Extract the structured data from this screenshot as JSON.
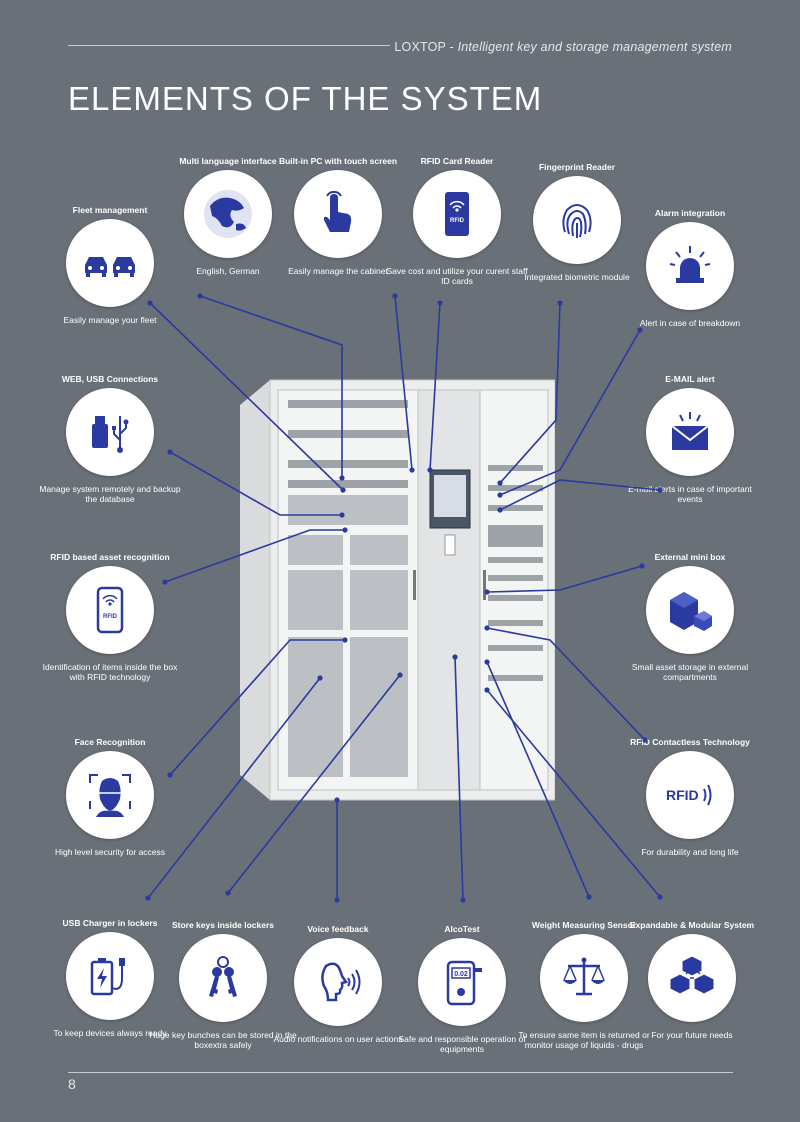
{
  "header": {
    "brand": "LOXTOP",
    "tagline": "Intelligent key and storage management system",
    "title": "ELEMENTS OF THE SYSTEM"
  },
  "page_number": "8",
  "colors": {
    "background": "#6a7078",
    "accent": "#2a3aa0",
    "circle": "#ffffff"
  },
  "features": [
    {
      "key": "fleet",
      "title": "Fleet management",
      "desc": "Easily manage your fleet",
      "icon": "car-icon"
    },
    {
      "key": "multilang",
      "title": "Multi language interface",
      "desc": "English, German",
      "icon": "globe-icon"
    },
    {
      "key": "pc",
      "title": "Built-in PC with touch screen",
      "desc": "Easily manage the cabinet",
      "icon": "touch-hand-icon"
    },
    {
      "key": "rfidcard",
      "title": "RFID Card Reader",
      "desc": "Save cost and utilize your curent staff ID cards",
      "icon": "rfid-card-icon"
    },
    {
      "key": "fingerprint",
      "title": "Fingerprint Reader",
      "desc": "Integrated biometric module",
      "icon": "fingerprint-icon"
    },
    {
      "key": "alarm",
      "title": "Alarm integration",
      "desc": "Alert in case of breakdown",
      "icon": "alarm-light-icon"
    },
    {
      "key": "web",
      "title": "WEB, USB Connections",
      "desc": "Manage system remotely and backup the database",
      "icon": "usb-icon"
    },
    {
      "key": "email",
      "title": "E-MAIL alert",
      "desc": "E-mail alerts in case of important events",
      "icon": "envelope-icon"
    },
    {
      "key": "rfidasset",
      "title": "RFID based asset recognition",
      "desc": "Identification of items inside the box with RFID technology",
      "icon": "rfid-phone-icon"
    },
    {
      "key": "minibox",
      "title": "External mini box",
      "desc": "Small asset storage in external compartments",
      "icon": "mini-box-icon"
    },
    {
      "key": "face",
      "title": "Face Recognition",
      "desc": "High level security for access",
      "icon": "face-scan-icon"
    },
    {
      "key": "rfidcontact",
      "title": "RFID Contactless Technology",
      "desc": "For durability and long life",
      "icon": "rfid-waves-icon"
    },
    {
      "key": "usbcharger",
      "title": "USB Charger in lockers",
      "desc": "To keep devices always ready",
      "icon": "battery-charger-icon"
    },
    {
      "key": "storekeys",
      "title": "Store keys inside lockers",
      "desc": "Huge key bunches can be stored in the boxextra safely",
      "icon": "keys-icon"
    },
    {
      "key": "voice",
      "title": "Voice feedback",
      "desc": "Audio notifications on user actions",
      "icon": "speaking-head-icon"
    },
    {
      "key": "alcotest",
      "title": "AlcoTest",
      "desc": "Safe and responsible operation of equipments",
      "icon": "breathalyzer-icon",
      "display": "0.02"
    },
    {
      "key": "weight",
      "title": "Weight Measuring Sensor",
      "desc": "To ensure same item is returned or monitor usage of liquids - drugs",
      "icon": "scale-icon"
    },
    {
      "key": "expand",
      "title": "Expandable & Modular System",
      "desc": "For your future needs",
      "icon": "modular-cubes-icon"
    }
  ]
}
